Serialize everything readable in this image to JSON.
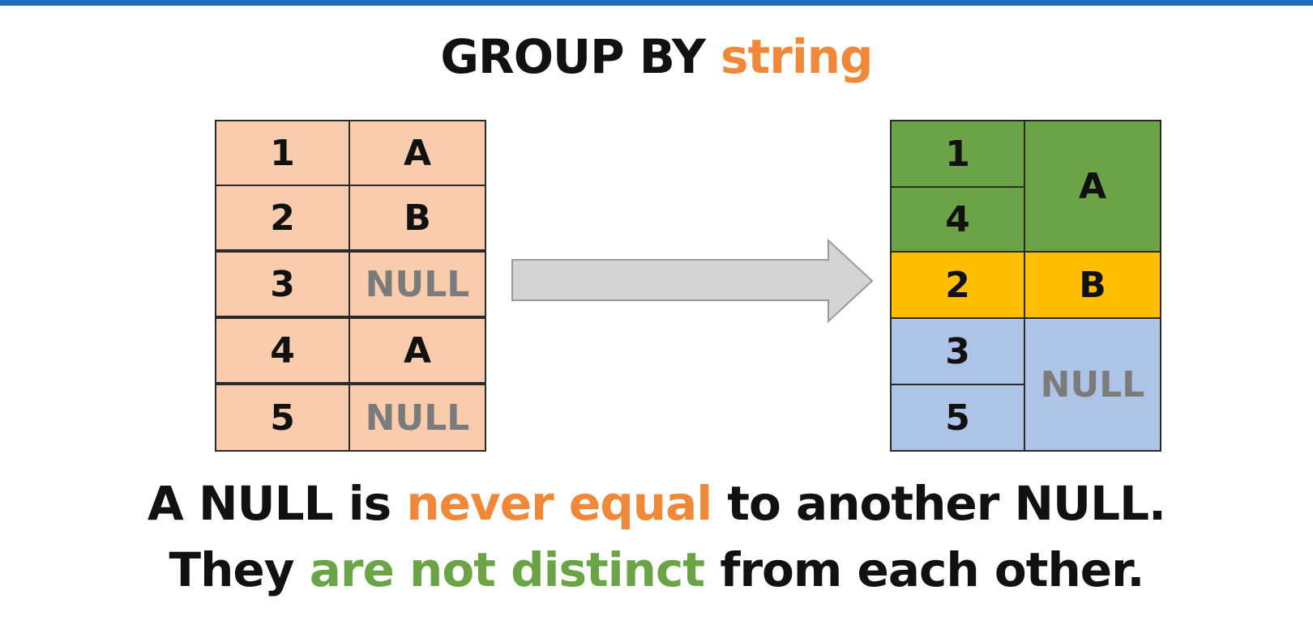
{
  "title": {
    "prefix": "GROUP BY",
    "keyword": "string"
  },
  "source_table": {
    "rows": [
      {
        "id": "1",
        "value": "A"
      },
      {
        "id": "2",
        "value": "B"
      },
      {
        "id": "3",
        "value": "NULL"
      },
      {
        "id": "4",
        "value": "A"
      },
      {
        "id": "5",
        "value": "NULL"
      }
    ]
  },
  "result_table": {
    "groups": [
      {
        "ids": [
          "1",
          "4"
        ],
        "value": "A",
        "color": "#6aa446"
      },
      {
        "ids": [
          "2"
        ],
        "value": "B",
        "color": "#ffbf00"
      },
      {
        "ids": [
          "3",
          "5"
        ],
        "value": "NULL",
        "color": "#adc4e7"
      }
    ]
  },
  "caption": {
    "line1": {
      "a": "A NULL is",
      "b": "never equal",
      "c": "to another NULL."
    },
    "line2": {
      "a": "They",
      "b": "are not distinct",
      "c": "from each other."
    }
  },
  "colors": {
    "accent_orange": "#f0883a",
    "accent_green": "#6aa446",
    "source_fill": "#f9ccad",
    "top_bar": "#1e6fb8"
  }
}
